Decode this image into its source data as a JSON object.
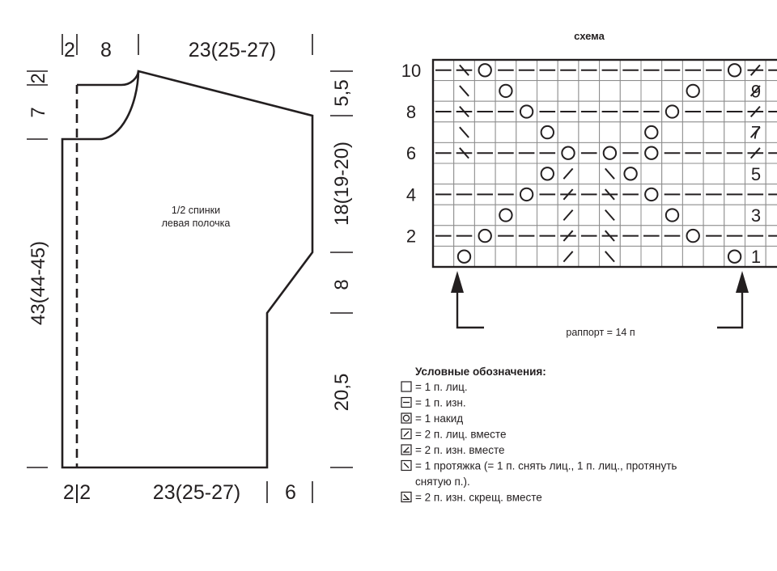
{
  "pattern": {
    "piece_label_line1": "1/2 спинки",
    "piece_label_line2": "левая полочка",
    "dimensions": {
      "top_2": "2",
      "top_8": "8",
      "top_23": "23(25-27)",
      "left_2": "2",
      "left_7": "7",
      "left_43": "43(44-45)",
      "right_55": "5,5",
      "right_18": "18(19-20)",
      "right_8": "8",
      "right_205": "20,5",
      "bottom_22": "2|2",
      "bottom_23": "23(25-27)",
      "bottom_6": "6"
    }
  },
  "chart": {
    "title": "схема",
    "rows_left": [
      "10",
      "8",
      "6",
      "4",
      "2"
    ],
    "rows_right": [
      "9",
      "7",
      "5",
      "3",
      "1"
    ],
    "repeat_label": "раппорт = 14 п",
    "grid": [
      [
        "-",
        "LP",
        "O",
        "-",
        "-",
        "-",
        "-",
        "-",
        "-",
        "-",
        "-",
        "-",
        "-",
        "-",
        "O",
        "PP",
        "-"
      ],
      [
        "",
        "L",
        "",
        "O",
        "",
        "",
        "",
        "",
        "",
        "",
        "",
        "",
        "O",
        "",
        "",
        "P",
        ""
      ],
      [
        "-",
        "LP",
        "-",
        "-",
        "O",
        "-",
        "-",
        "-",
        "-",
        "-",
        "-",
        "O",
        "-",
        "-",
        "-",
        "PP",
        "-"
      ],
      [
        "",
        "L",
        "",
        "",
        "",
        "O",
        "",
        "",
        "",
        "",
        "O",
        "",
        "",
        "",
        "",
        "P",
        ""
      ],
      [
        "-",
        "LP",
        "-",
        "-",
        "-",
        "-",
        "O",
        "-",
        "O",
        "-",
        "O",
        "-",
        "-",
        "-",
        "-",
        "PP",
        "-"
      ],
      [
        "",
        "",
        "",
        "",
        "",
        "O",
        "P",
        "",
        "L",
        "O",
        "",
        "",
        "",
        "",
        "",
        "",
        ""
      ],
      [
        "-",
        "-",
        "-",
        "-",
        "O",
        "-",
        "PP",
        "-",
        "LP",
        "-",
        "O",
        "-",
        "-",
        "-",
        "-",
        "-",
        "-"
      ],
      [
        "",
        "",
        "",
        "O",
        "",
        "",
        "P",
        "",
        "L",
        "",
        "",
        "O",
        "",
        "",
        "",
        "",
        ""
      ],
      [
        "-",
        "-",
        "O",
        "-",
        "-",
        "-",
        "PP",
        "-",
        "LP",
        "-",
        "-",
        "-",
        "O",
        "-",
        "-",
        "-",
        "-"
      ],
      [
        "",
        "O",
        "",
        "",
        "",
        "",
        "P",
        "",
        "L",
        "",
        "",
        "",
        "",
        "",
        "O",
        "",
        ""
      ]
    ]
  },
  "legend": {
    "title": "Условные обозначения:",
    "items": [
      {
        "symbol": "blank",
        "text": "= 1 п. лиц."
      },
      {
        "symbol": "dash",
        "text": "= 1 п. изн."
      },
      {
        "symbol": "circle",
        "text": "= 1 накид"
      },
      {
        "symbol": "slash",
        "text": "= 2 п. лиц. вместе"
      },
      {
        "symbol": "slash-purl",
        "text": "= 2 п. изн. вместе"
      },
      {
        "symbol": "backslash",
        "text": "= 1 протяжка (= 1 п. снять лиц., 1 п. лиц., протянуть"
      },
      {
        "symbol": "none",
        "text": "снятую п.)."
      },
      {
        "symbol": "backslash-purl",
        "text": "= 2 п. изн. скрещ. вместе"
      }
    ]
  }
}
